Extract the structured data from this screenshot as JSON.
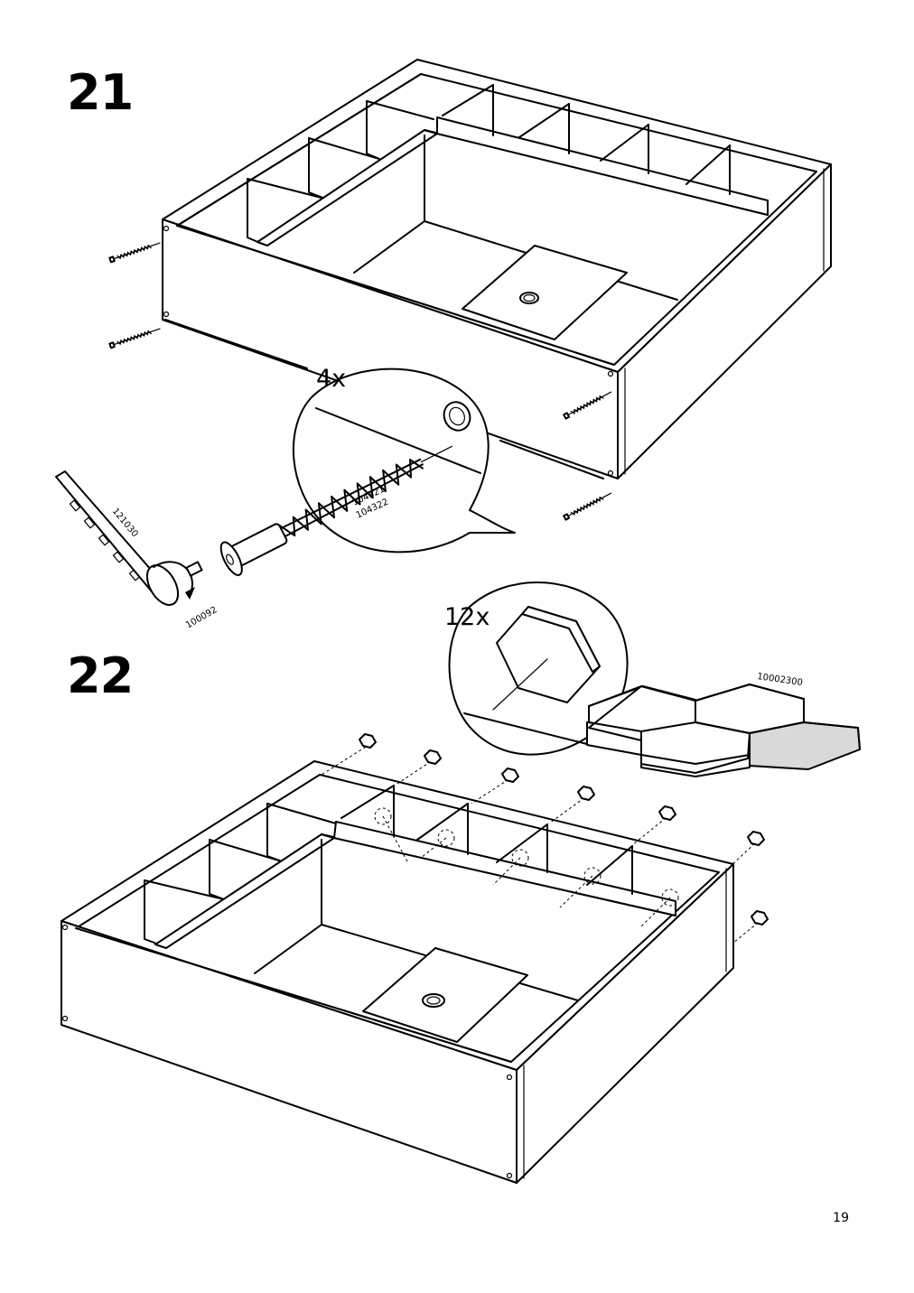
{
  "steps": [
    {
      "number": "21",
      "quantity": "4x",
      "parts": {
        "screw_a": "104321",
        "screw_b": "104322",
        "tool": "121030",
        "bit": "100092"
      }
    },
    {
      "number": "22",
      "quantity": "12x",
      "parts": {
        "pad": "10002300"
      }
    }
  ],
  "page_number": "19"
}
